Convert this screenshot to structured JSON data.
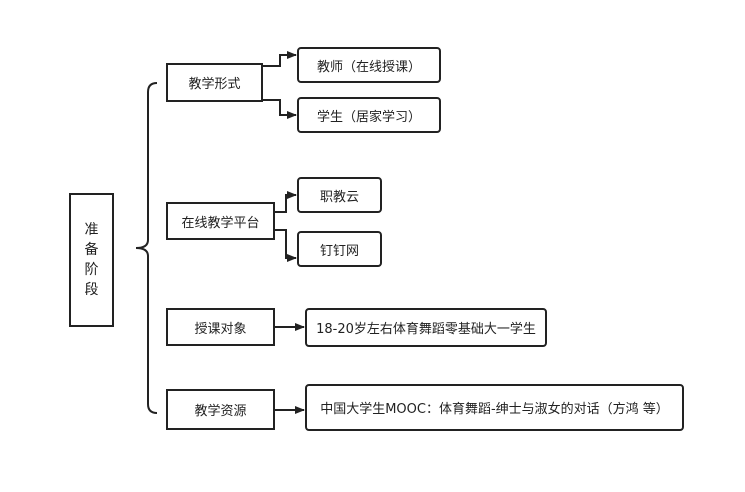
{
  "root": {
    "label_chars": [
      "准",
      "备",
      "阶",
      "段"
    ]
  },
  "categories": [
    {
      "label": "教学形式",
      "children": [
        "教师（在线授课）",
        "学生（居家学习）"
      ]
    },
    {
      "label": "在线教学平台",
      "children": [
        "职教云",
        "钉钉网"
      ]
    },
    {
      "label": "授课对象",
      "children": [
        "18-20岁左右体育舞蹈零基础大一学生"
      ]
    },
    {
      "label": "教学资源",
      "children": [
        "中国大学生MOOC：体育舞蹈-绅士与淑女的对话（方鸿 等）"
      ]
    }
  ]
}
